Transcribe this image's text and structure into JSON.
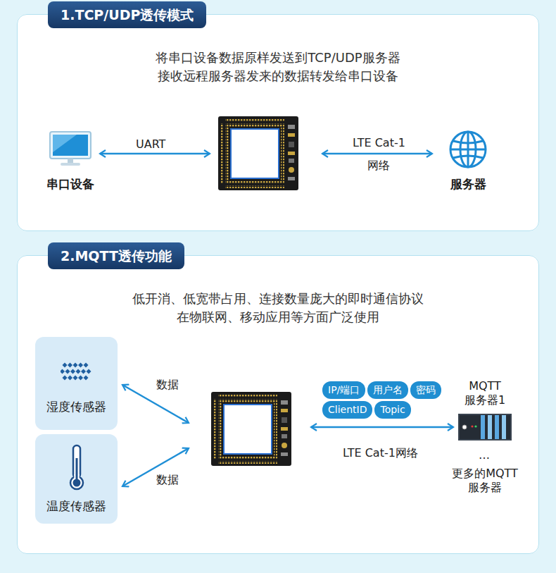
{
  "diagram": {
    "nodes": [
      {
        "text": [
          "将串口设备数据原样发送到TCP/UDP服务器 接收远程服务器发来的数据转发给串口设备"
        ]
      },
      {
        "text": [
          "1.TCP/UDP透传模式"
        ],
        "in": 0
      },
      {
        "text": [
          "串口设备"
        ],
        "in": 0
      },
      {
        "text": [
          "服务器"
        ],
        "in": 0
      },
      {
        "text": [
          "低开消、低宽带占用、连接数量庞大的即时通信协议 在物联网、移动应用等方面广泛使用"
        ]
      },
      {
        "text": [
          "2.MQTT透传功能"
        ],
        "in": 4
      },
      {
        "text": [
          "湿度传感器"
        ],
        "in": 4
      },
      {
        "text": [
          "温度传感器"
        ],
        "in": 4
      },
      {
        "text": [
          "IP/端口"
        ],
        "in": 4
      },
      {
        "text": [
          "用户名"
        ],
        "in": 4
      },
      {
        "text": [
          "密码"
        ],
        "in": 4
      },
      {
        "text": [
          "ClientID"
        ],
        "in": 4
      },
      {
        "text": [
          "Topic"
        ],
        "in": 4
      },
      {
        "text": [
          "MQTT 服务器1"
        ],
        "in": 4
      }
    ],
    "labels": [
      "UART",
      "LTE Cat-1",
      "网络",
      "数据",
      "数据",
      "LTE Cat-1网络",
      "…",
      "更多的MQTT 服务器"
    ]
  }
}
